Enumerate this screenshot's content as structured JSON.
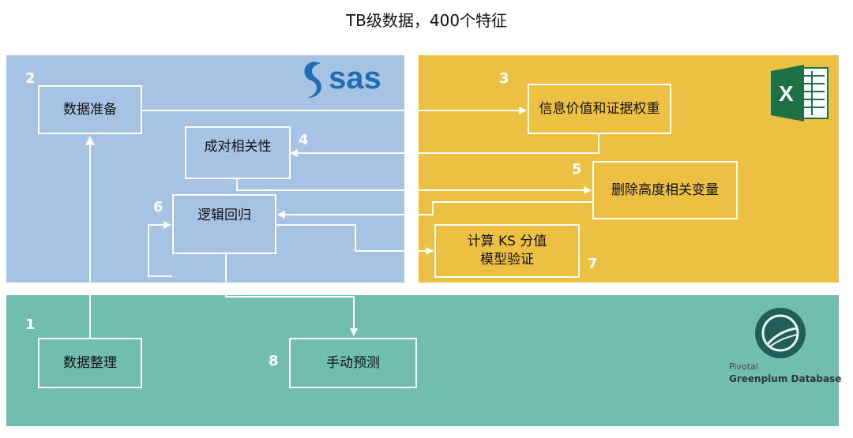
{
  "title": "TB级数据，400个特征",
  "logos": {
    "sas": "sas",
    "excel_letter": "X",
    "greenplum_line1": "Pivotal",
    "greenplum_line2": "Greenplum Database"
  },
  "steps": {
    "s1": {
      "num": "1",
      "label": "数据整理"
    },
    "s2": {
      "num": "2",
      "label": "数据准备"
    },
    "s3": {
      "num": "3",
      "label": "信息价值和证据权重"
    },
    "s4": {
      "num": "4",
      "label": "成对相关性"
    },
    "s5": {
      "num": "5",
      "label": "删除高度相关变量"
    },
    "s6": {
      "num": "6",
      "label": "逻辑回归"
    },
    "s7": {
      "num": "7",
      "label": "计算 KS 分值\n模型验证"
    },
    "s8": {
      "num": "8",
      "label": "手动预测"
    }
  },
  "colors": {
    "sas_panel": "#a6c3e3",
    "excel_panel": "#ecc043",
    "greenplum_panel": "#71bdb0",
    "sas_logo": "#1f6db3",
    "excel_green": "#1e7145"
  }
}
